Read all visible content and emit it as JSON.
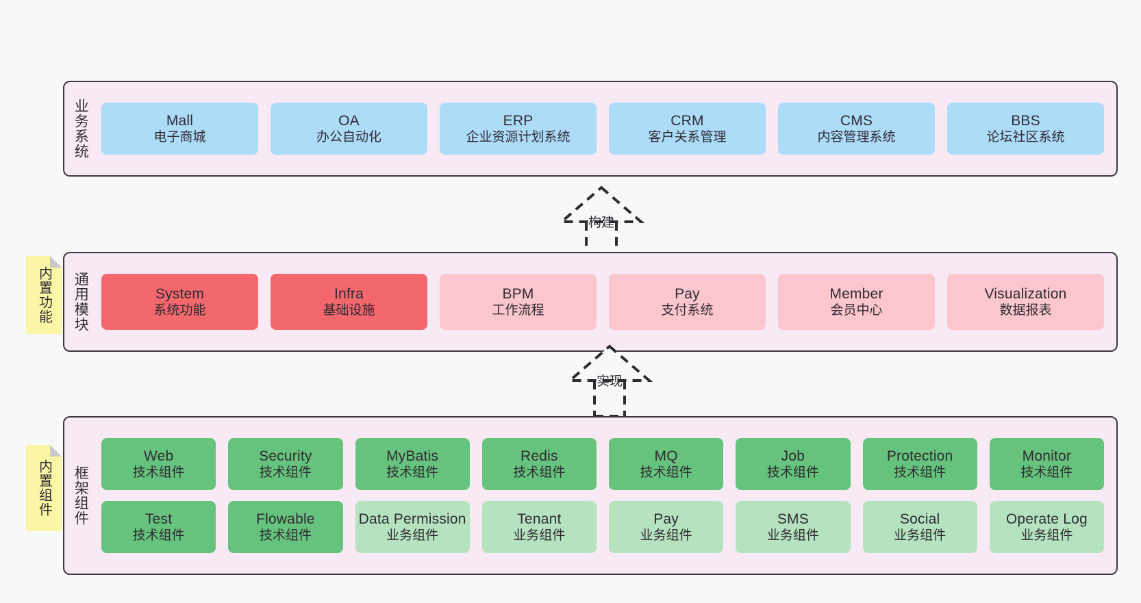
{
  "diagram": {
    "background": "#F8F8F7",
    "colors": {
      "layer_bg": "#F7EAF5",
      "layer_border": "#3C3744",
      "business": "#ADDCF9",
      "module_core": "#F2686D",
      "module_plain": "#FBC6CD",
      "component_tech": "#66C37D",
      "component_biz": "#B6E3BF",
      "note": "#FAF6A6",
      "arrow": "#2F2B33"
    }
  },
  "layers": [
    {
      "id": "business-system",
      "title": "业务系统",
      "rows": [
        [
          {
            "en": "Mall",
            "cn": "电子商城",
            "style": "blue"
          },
          {
            "en": "OA",
            "cn": "办公自动化",
            "style": "blue"
          },
          {
            "en": "ERP",
            "cn": "企业资源计划系统",
            "style": "blue"
          },
          {
            "en": "CRM",
            "cn": "客户关系管理",
            "style": "blue"
          },
          {
            "en": "CMS",
            "cn": "内容管理系统",
            "style": "blue"
          },
          {
            "en": "BBS",
            "cn": "论坛社区系统",
            "style": "blue"
          }
        ]
      ]
    },
    {
      "id": "common-module",
      "title": "通用模块",
      "note": "内置功能",
      "rows": [
        [
          {
            "en": "System",
            "cn": "系统功能",
            "style": "red"
          },
          {
            "en": "Infra",
            "cn": "基础设施",
            "style": "red"
          },
          {
            "en": "BPM",
            "cn": "工作流程",
            "style": "pink"
          },
          {
            "en": "Pay",
            "cn": "支付系统",
            "style": "pink"
          },
          {
            "en": "Member",
            "cn": "会员中心",
            "style": "pink"
          },
          {
            "en": "Visualization",
            "cn": "数据报表",
            "style": "pink"
          }
        ]
      ]
    },
    {
      "id": "framework-component",
      "title": "框架组件",
      "note": "内置组件",
      "rows": [
        [
          {
            "en": "Web",
            "cn": "技术组件",
            "style": "green"
          },
          {
            "en": "Security",
            "cn": "技术组件",
            "style": "green"
          },
          {
            "en": "MyBatis",
            "cn": "技术组件",
            "style": "green"
          },
          {
            "en": "Redis",
            "cn": "技术组件",
            "style": "green"
          },
          {
            "en": "MQ",
            "cn": "技术组件",
            "style": "green"
          },
          {
            "en": "Job",
            "cn": "技术组件",
            "style": "green"
          },
          {
            "en": "Protection",
            "cn": "技术组件",
            "style": "green"
          },
          {
            "en": "Monitor",
            "cn": "技术组件",
            "style": "green"
          }
        ],
        [
          {
            "en": "Test",
            "cn": "技术组件",
            "style": "green"
          },
          {
            "en": "Flowable",
            "cn": "技术组件",
            "style": "green"
          },
          {
            "en": "Data Permission",
            "cn": "业务组件",
            "style": "lgreen"
          },
          {
            "en": "Tenant",
            "cn": "业务组件",
            "style": "lgreen"
          },
          {
            "en": "Pay",
            "cn": "业务组件",
            "style": "lgreen"
          },
          {
            "en": "SMS",
            "cn": "业务组件",
            "style": "lgreen"
          },
          {
            "en": "Social",
            "cn": "业务组件",
            "style": "lgreen"
          },
          {
            "en": "Operate Log",
            "cn": "业务组件",
            "style": "lgreen"
          }
        ]
      ]
    }
  ],
  "connectors": [
    {
      "id": "build",
      "label": "构建"
    },
    {
      "id": "implement",
      "label": "实现"
    }
  ]
}
